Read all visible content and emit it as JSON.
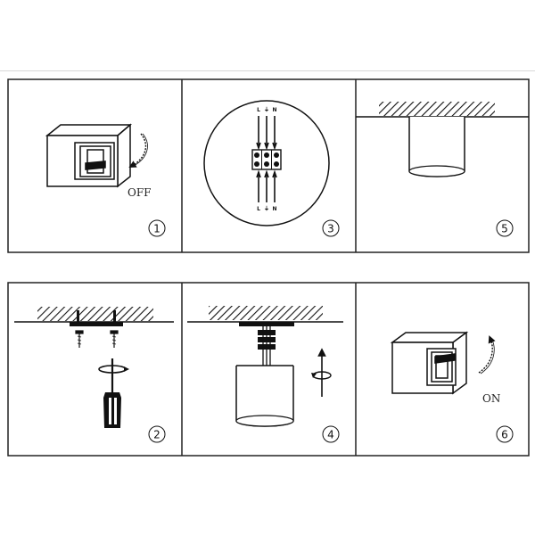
{
  "steps": [
    {
      "number": "1",
      "label": "OFF"
    },
    {
      "number": "2"
    },
    {
      "number": "3",
      "terminal_top": [
        "L",
        "⏚",
        "N"
      ],
      "terminal_bottom": [
        "L",
        "⏚",
        "N"
      ]
    },
    {
      "number": "4"
    },
    {
      "number": "5"
    },
    {
      "number": "6",
      "label": "ON"
    }
  ],
  "colors": {
    "line": "#111111",
    "frame": "#222222",
    "background": "#ffffff"
  },
  "icons": [
    "wall-switch-icon",
    "curved-arrow-icon",
    "screwdriver-icon",
    "screw-icon",
    "terminal-block-icon",
    "ceiling-hatch-icon",
    "lamp-cylinder-icon",
    "rotate-arrow-icon"
  ]
}
